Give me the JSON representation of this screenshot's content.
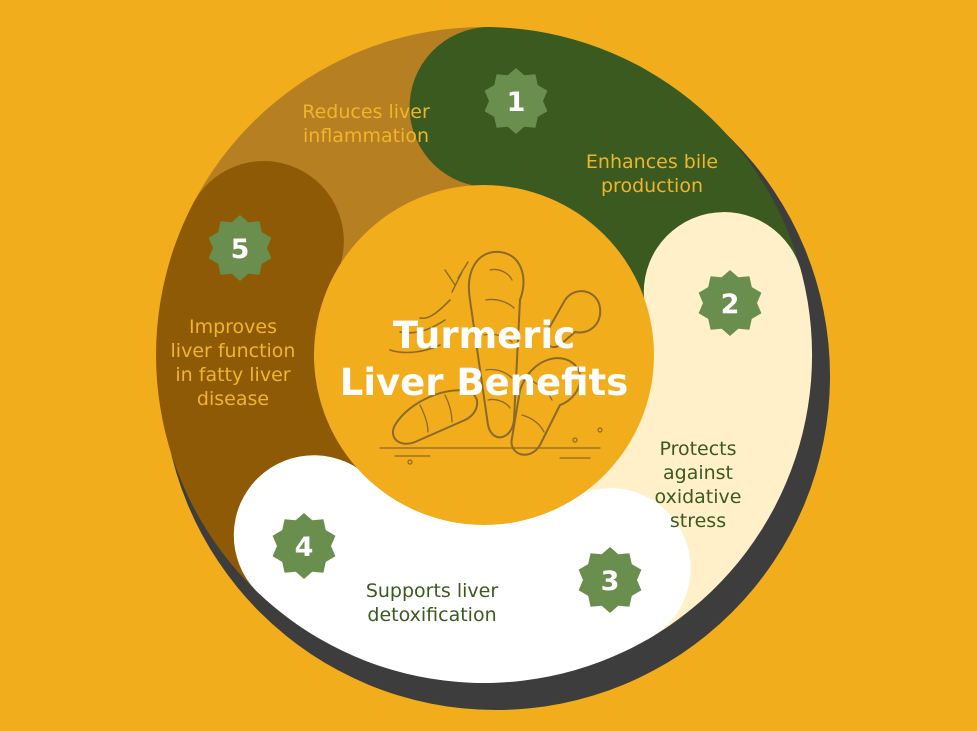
{
  "colors": {
    "background": "#F2AD1C",
    "shadow": "#3D3D3D",
    "center": "#F2AD1C",
    "badge": "#6A8E4E",
    "illustration": "#8A6A2A"
  },
  "title": {
    "line1": "Turmeric",
    "line2": "Liver Benefits"
  },
  "segments": [
    {
      "number": "1",
      "label_lines": [
        "Reduces liver",
        "inflammation"
      ],
      "fill": "#B57F22",
      "text_color": "#F0B52A"
    },
    {
      "number": "2",
      "label_lines": [
        "Enhances bile",
        "production"
      ],
      "fill": "#3A5A1F",
      "text_color": "#F0B52A"
    },
    {
      "number": "3",
      "label_lines": [
        "Protects",
        "against",
        "oxidative",
        "stress"
      ],
      "fill": "#FFF0CA",
      "text_color": "#3A5A1F"
    },
    {
      "number": "4",
      "label_lines": [
        "Supports liver",
        "detoxification"
      ],
      "fill": "#FFFFFF",
      "text_color": "#3A5A1F"
    },
    {
      "number": "5",
      "label_lines": [
        "Improves",
        "liver function",
        "in fatty liver",
        "disease"
      ],
      "fill": "#8F5A05",
      "text_color": "#F0B52A"
    }
  ],
  "icons": {
    "center_illustration": "turmeric-root-icon",
    "badge": "star-badge-icon"
  }
}
